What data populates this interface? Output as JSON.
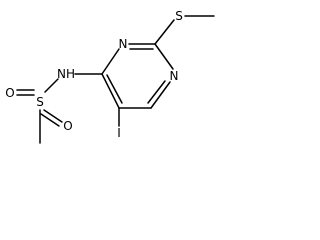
{
  "molecule": {
    "atoms": {
      "nh": "NH",
      "n_ring_top": "N",
      "n_ring_right": "N",
      "s_thioether": "S",
      "s_sulfonyl": "S",
      "o_top": "O",
      "o_bottom": "O",
      "iodine": "I"
    },
    "colors": {
      "bond": "#000000",
      "label": "#000000",
      "background": "#ffffff"
    }
  }
}
